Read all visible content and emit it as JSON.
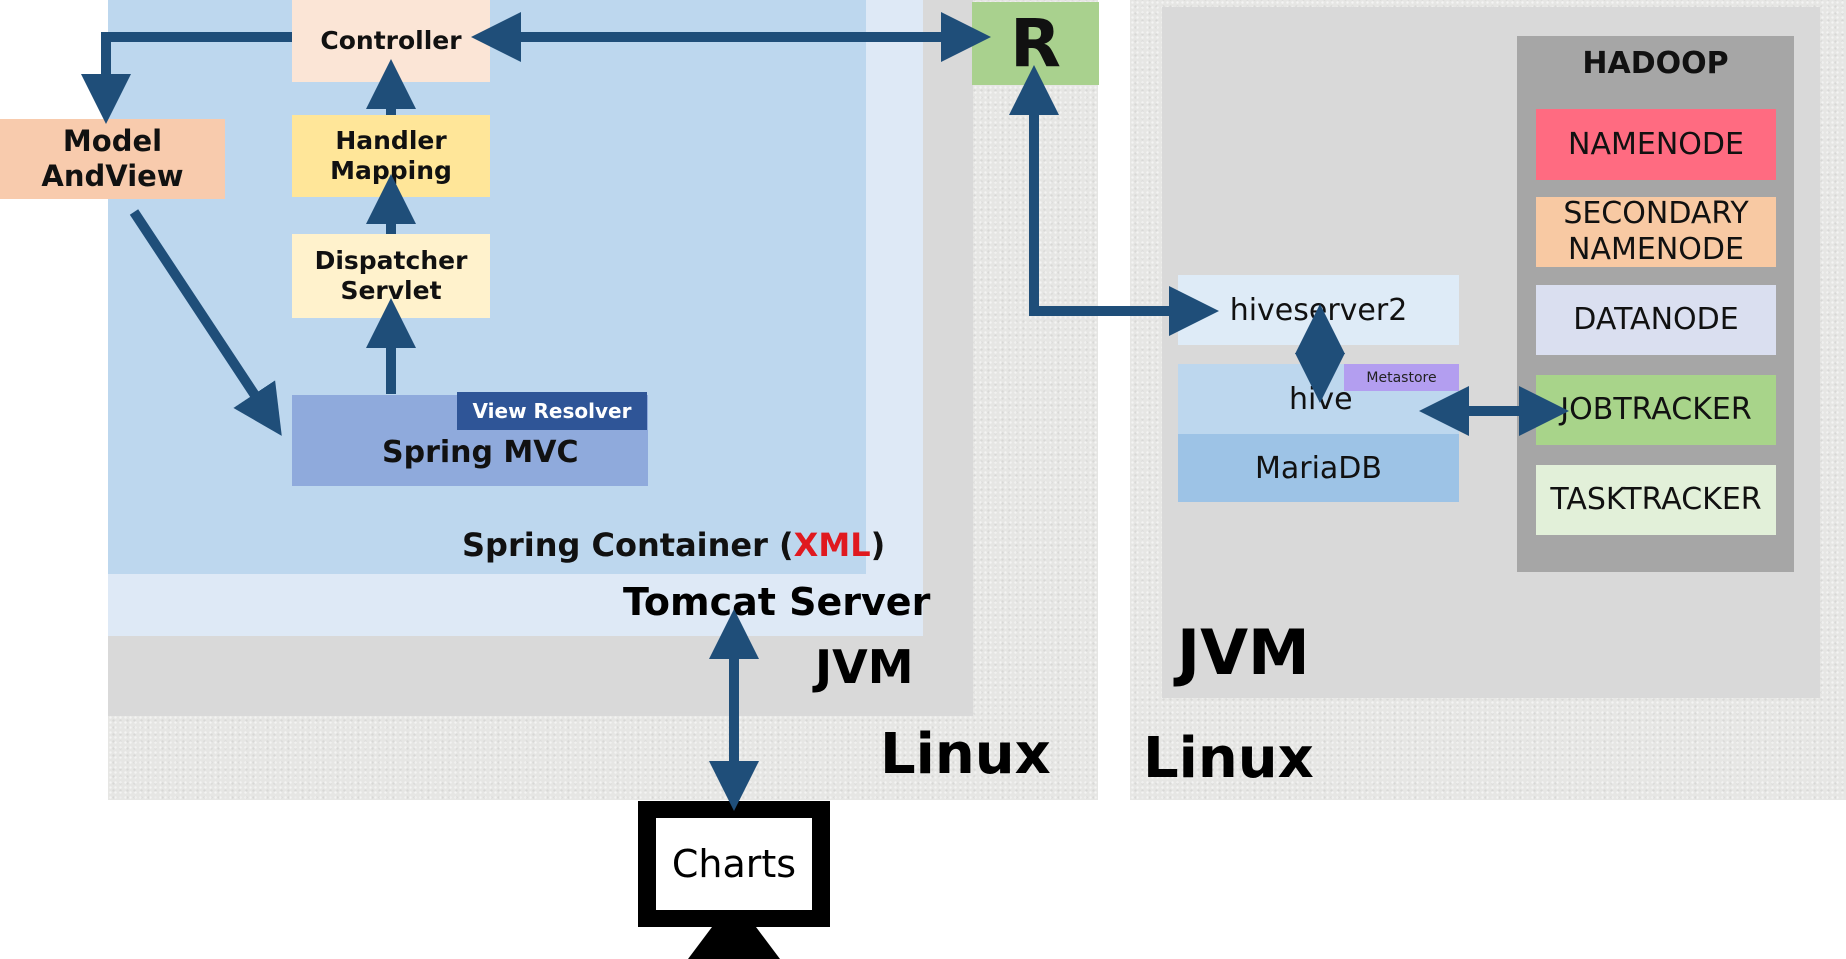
{
  "left": {
    "linux_label": "Linux",
    "jvm_label": "JVM",
    "tomcat_label": "Tomcat Server",
    "spring_container": {
      "prefix": "Spring Container (",
      "xml": "XML",
      "suffix": ")"
    },
    "controller": "Controller",
    "handler_mapping": "Handler Mapping",
    "dispatcher_servlet": "Dispatcher Servlet",
    "model_and_view": "Model AndView",
    "spring_mvc": "Spring MVC",
    "view_resolver": "View Resolver"
  },
  "r_label": "R",
  "right": {
    "linux_label": "Linux",
    "jvm_label": "JVM",
    "hiveserver2": "hiveserver2",
    "hive": "hive",
    "metastore": "Metastore",
    "mariadb": "MariaDB",
    "hadoop": {
      "title": "HADOOP",
      "nodes": [
        "NAMENODE",
        "SECONDARY NAMENODE",
        "DATANODE",
        "JOBTRACKER",
        "TASKTRACKER"
      ]
    }
  },
  "client": {
    "label": "Charts"
  },
  "colors": {
    "arrow": "#1f4e79",
    "xml": "#e0191f",
    "namenode": "#ff6b81",
    "secondary_namenode": "#f8c9a3",
    "datanode": "#dadff0",
    "jobtracker": "#a8d48a",
    "tasktracker": "#e2f0d9",
    "r_box": "#a9d18e",
    "metastore": "#b39ef0"
  }
}
